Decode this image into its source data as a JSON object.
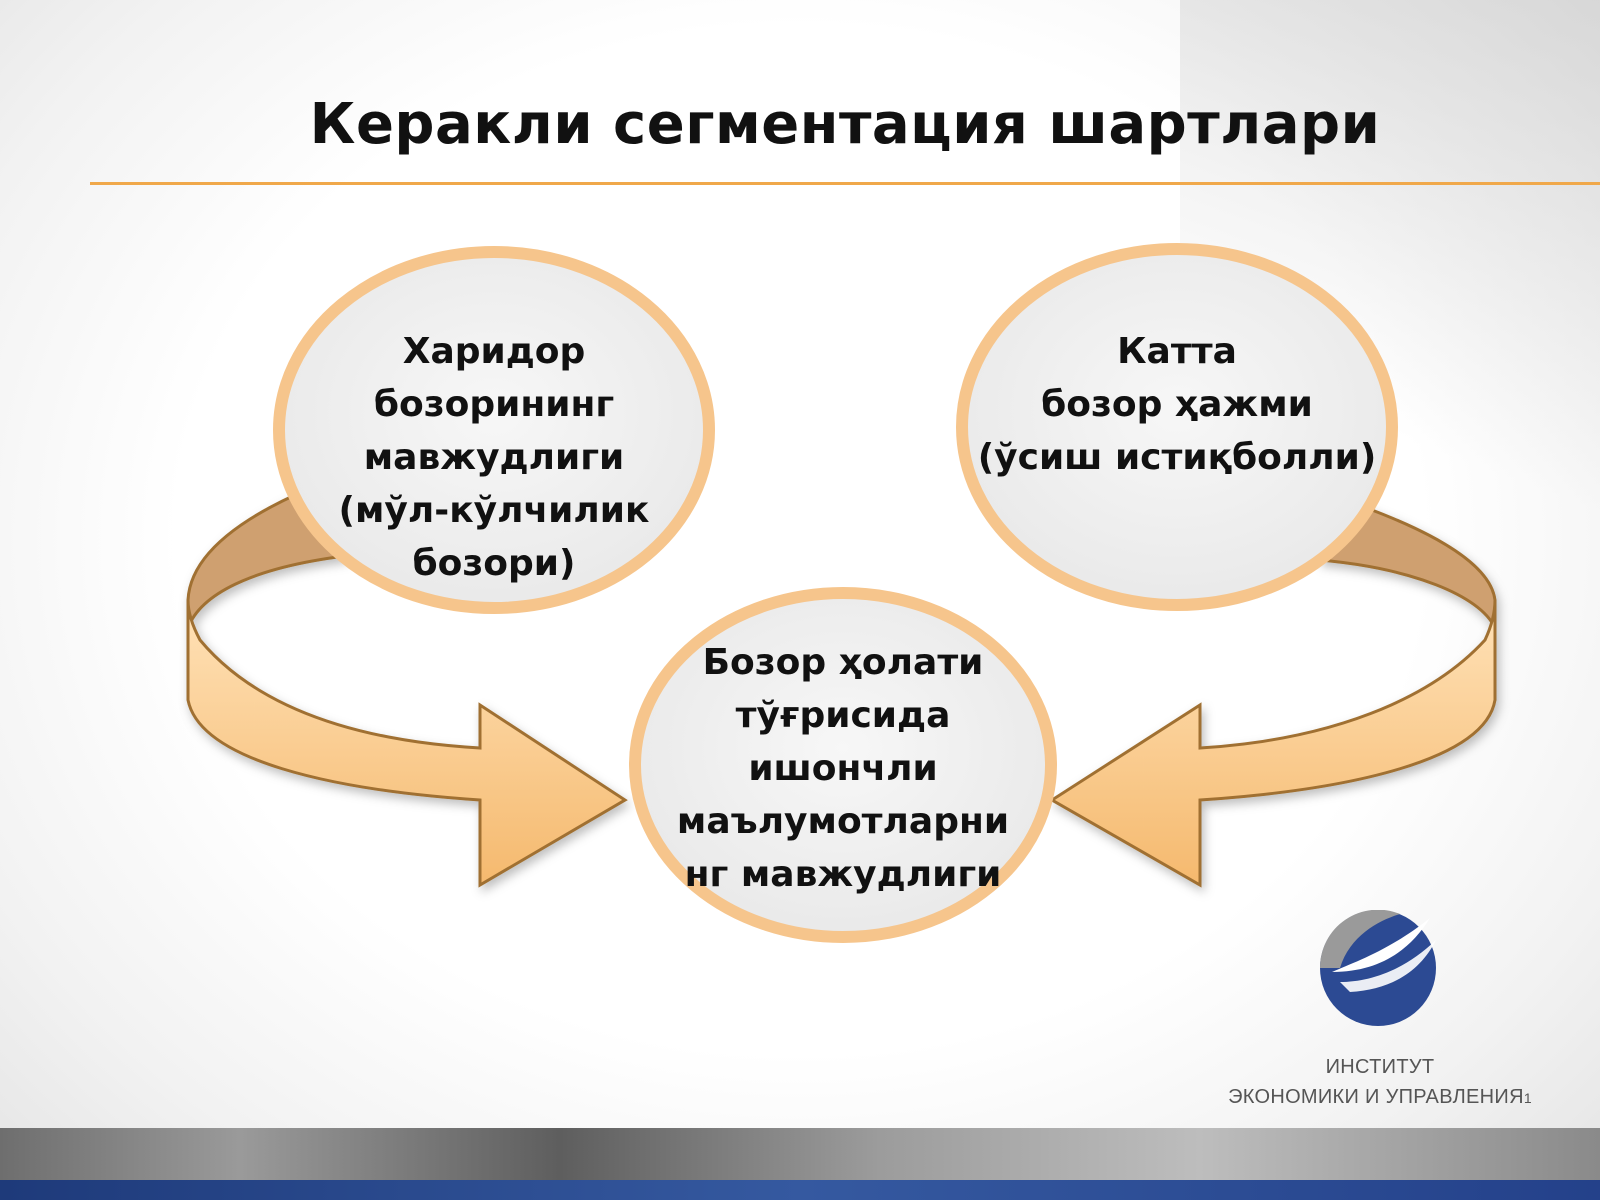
{
  "slide": {
    "title": "Керакли сегментация шартлари"
  },
  "nodes": {
    "left": {
      "lines": [
        "Харидор",
        "бозорининг",
        "мавжудлиги",
        "(мўл-кўлчилик",
        "бозори)"
      ]
    },
    "right": {
      "lines": [
        "Катта",
        "бозор ҳажми",
        "(ўсиш истиқболли)"
      ]
    },
    "center": {
      "lines": [
        "Бозор ҳолати",
        "тўғрисида",
        "ишончли",
        "маълумотларни",
        "нг мавжудлиги"
      ]
    }
  },
  "logo": {
    "line1": "ИНСТИТУТ",
    "line2": "ЭКОНОМИКИ И УПРАВЛЕНИЯ",
    "page_number": "1"
  },
  "colors": {
    "accent_rule": "#f0a84a",
    "arrow_fill": "#f8c98a",
    "arrow_inner": "#cfa070",
    "arrow_stroke": "#a07030",
    "circle_fill": "#f1f1f1",
    "circle_ring": "#f6c58c",
    "logo_blue": "#2c4a93",
    "logo_gray": "#9a9a9a"
  }
}
